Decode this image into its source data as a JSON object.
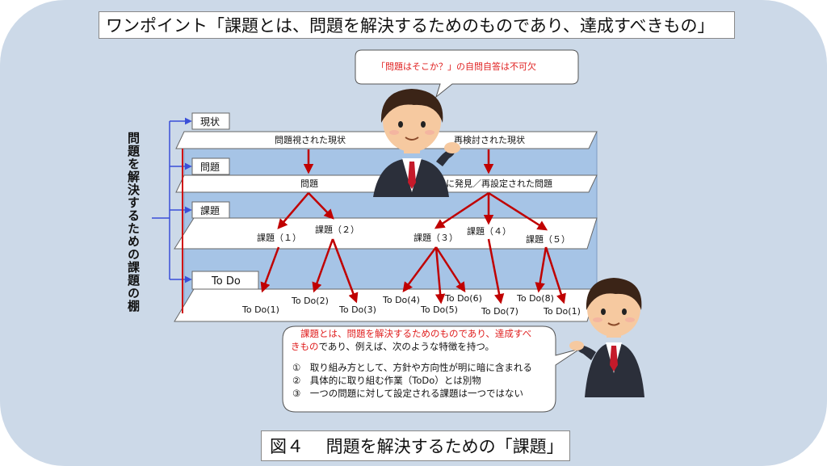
{
  "title": "ワンポイント「課題とは、問題を解決するためのものであり、達成すべきもの」",
  "caption": "図４　 問題を解決するための「課題」",
  "side_label": "問題を解決するための課題の棚",
  "shelf_tags": [
    "現状",
    "問題",
    "課題",
    "To Do"
  ],
  "bubble_top": "「問題はそこか？」の自問自答は不可欠",
  "shelf1": {
    "left": "問題視された現状",
    "right": "再検討された現状"
  },
  "shelf2": {
    "left": "問題",
    "right": "新たに発見／再設定された問題"
  },
  "kadai": [
    "課題（１）",
    "課題（２）",
    "課題（３）",
    "課題（４）",
    "課題（５）"
  ],
  "todos": [
    "To Do(1)",
    "To Do(2)",
    "To Do(3)",
    "To Do(4)",
    "To Do(5)",
    "To Do(6)",
    "To Do(7)",
    "To Do(8)",
    "To Do(1)"
  ],
  "bubble_bottom": {
    "red_part_1": "課題とは、問題を解決するためのものであり、達成すべ",
    "red_part_2": "きもの",
    "black_part_2": "であり、例えば、次のような特徴を持つ。",
    "items": [
      "①　取り組み方として、方針や方向性が明に暗に含まれる",
      "②　具体的に取り組む作業（ToDo）とは別物",
      "③　一つの問題に対して設定される課題は一つではない"
    ]
  }
}
